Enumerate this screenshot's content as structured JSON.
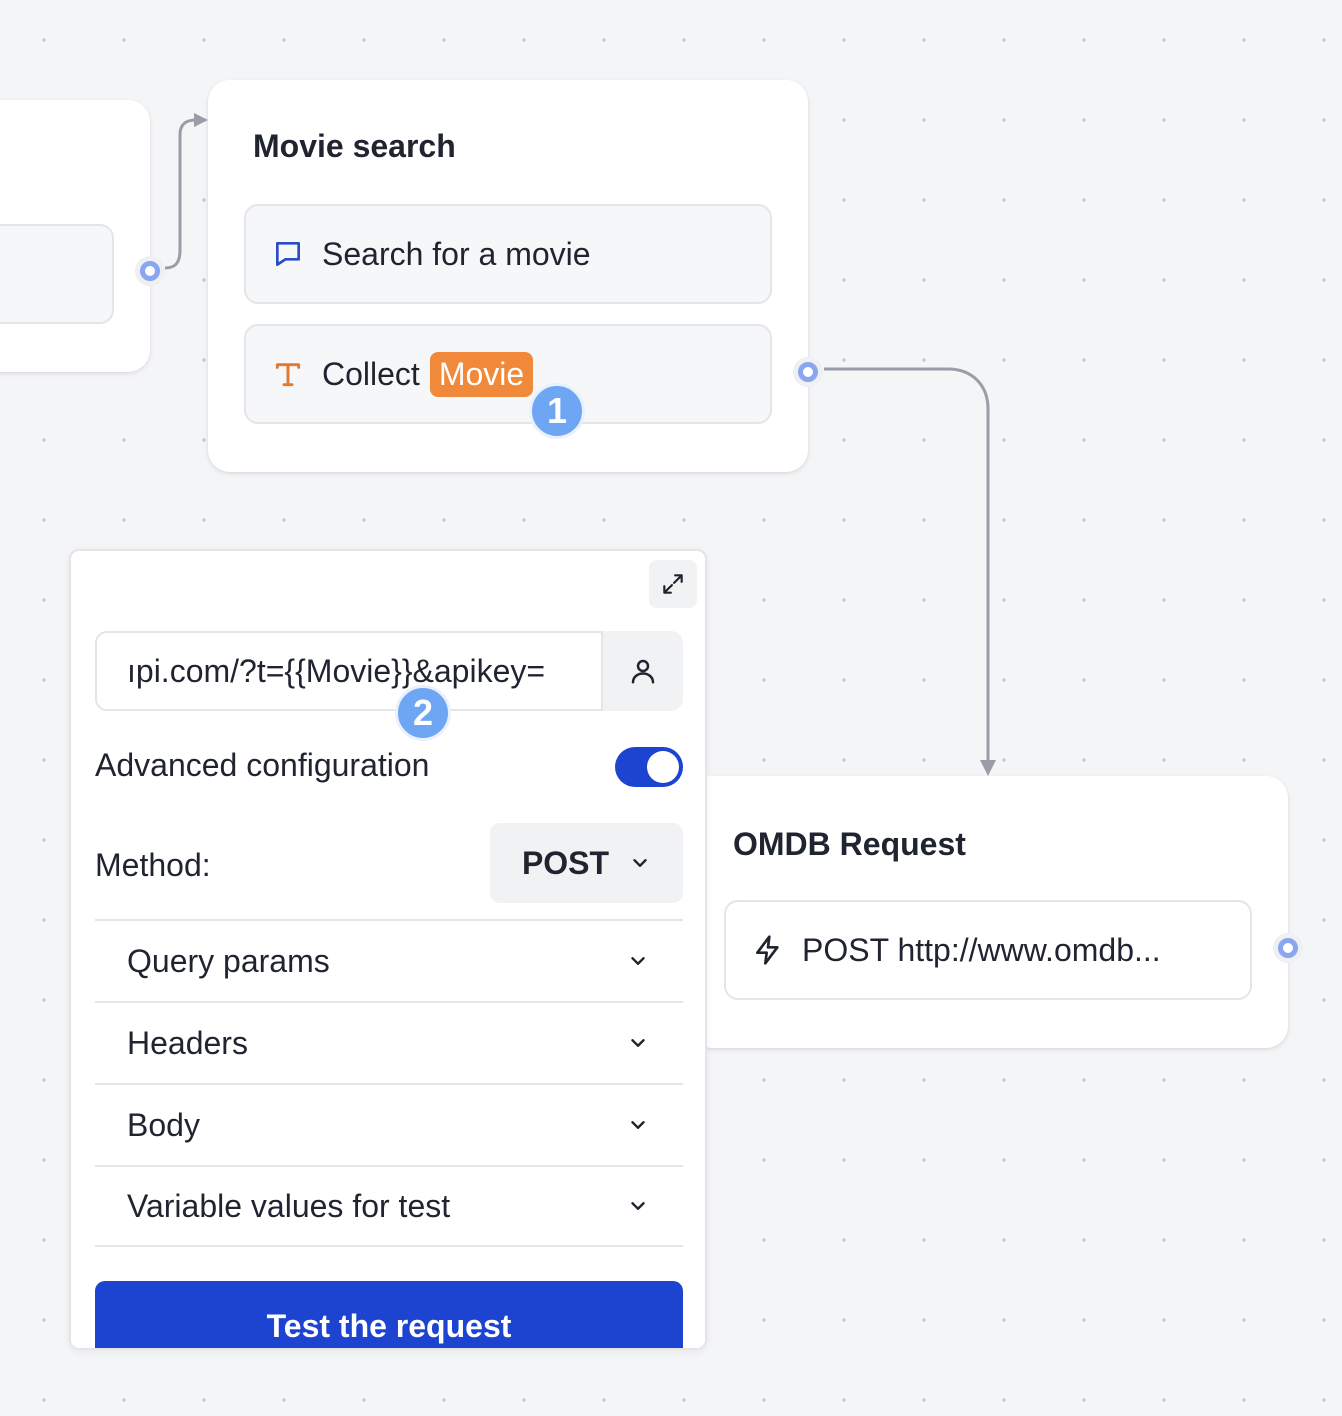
{
  "movie_node": {
    "title": "Movie search",
    "blocks": [
      {
        "icon": "chat-bubble-icon",
        "label": "Search for a movie"
      },
      {
        "icon": "text-input-icon",
        "label": "Collect",
        "variable": "Movie"
      }
    ]
  },
  "omdb_node": {
    "title": "OMDB Request",
    "block": {
      "icon": "lightning-icon",
      "label": "POST http://www.omdb..."
    }
  },
  "badges": [
    "1",
    "2"
  ],
  "panel": {
    "url_value": "ıpi.com/?t={{Movie}}&apikey=",
    "advanced_label": "Advanced configuration",
    "advanced_enabled": true,
    "method_label": "Method:",
    "method_value": "POST",
    "accordions": [
      "Query params",
      "Headers",
      "Body",
      "Variable values for test"
    ],
    "test_button": "Test the request"
  },
  "colors": {
    "accent": "#1d44d1",
    "variable_tag": "#f0893a",
    "port": "#8aa6f0",
    "badge": "#6ea6f4",
    "edge": "#9a9ca8"
  }
}
